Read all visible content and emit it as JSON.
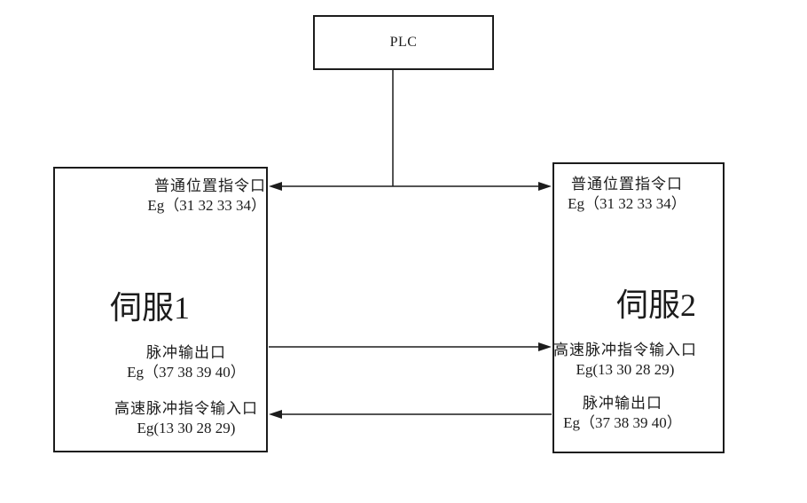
{
  "plc": {
    "label": "PLC"
  },
  "servo1": {
    "title": "伺服1",
    "ports": {
      "normal_position": {
        "line1": "普通位置指令口",
        "line2": "Eg（31 32 33 34）"
      },
      "pulse_output": {
        "line1": "脉冲输出口",
        "line2": "Eg（37 38 39 40）"
      },
      "highspeed_pulse_input": {
        "line1": "高速脉冲指令输入口",
        "line2": "Eg(13 30 28 29)"
      }
    }
  },
  "servo2": {
    "title": "伺服2",
    "ports": {
      "normal_position": {
        "line1": "普通位置指令口",
        "line2": "Eg（31 32 33 34）"
      },
      "highspeed_pulse_input": {
        "line1": "高速脉冲指令输入口",
        "line2": "Eg(13 30 28 29)"
      },
      "pulse_output": {
        "line1": "脉冲输出口",
        "line2": "Eg（37 38 39 40）"
      }
    }
  },
  "connections": [
    {
      "from": "PLC",
      "to": "普通位置指令口 (伺服1 ↔ 伺服2)",
      "type": "bidirectional"
    },
    {
      "from": "伺服1 脉冲输出口",
      "to": "伺服2 高速脉冲指令输入口",
      "type": "one-way-right"
    },
    {
      "from": "伺服2 脉冲输出口",
      "to": "伺服1 高速脉冲指令输入口",
      "type": "one-way-left"
    }
  ],
  "colors": {
    "line": "#1c1c1c",
    "text": "#1c1c1c",
    "background": "#ffffff"
  }
}
